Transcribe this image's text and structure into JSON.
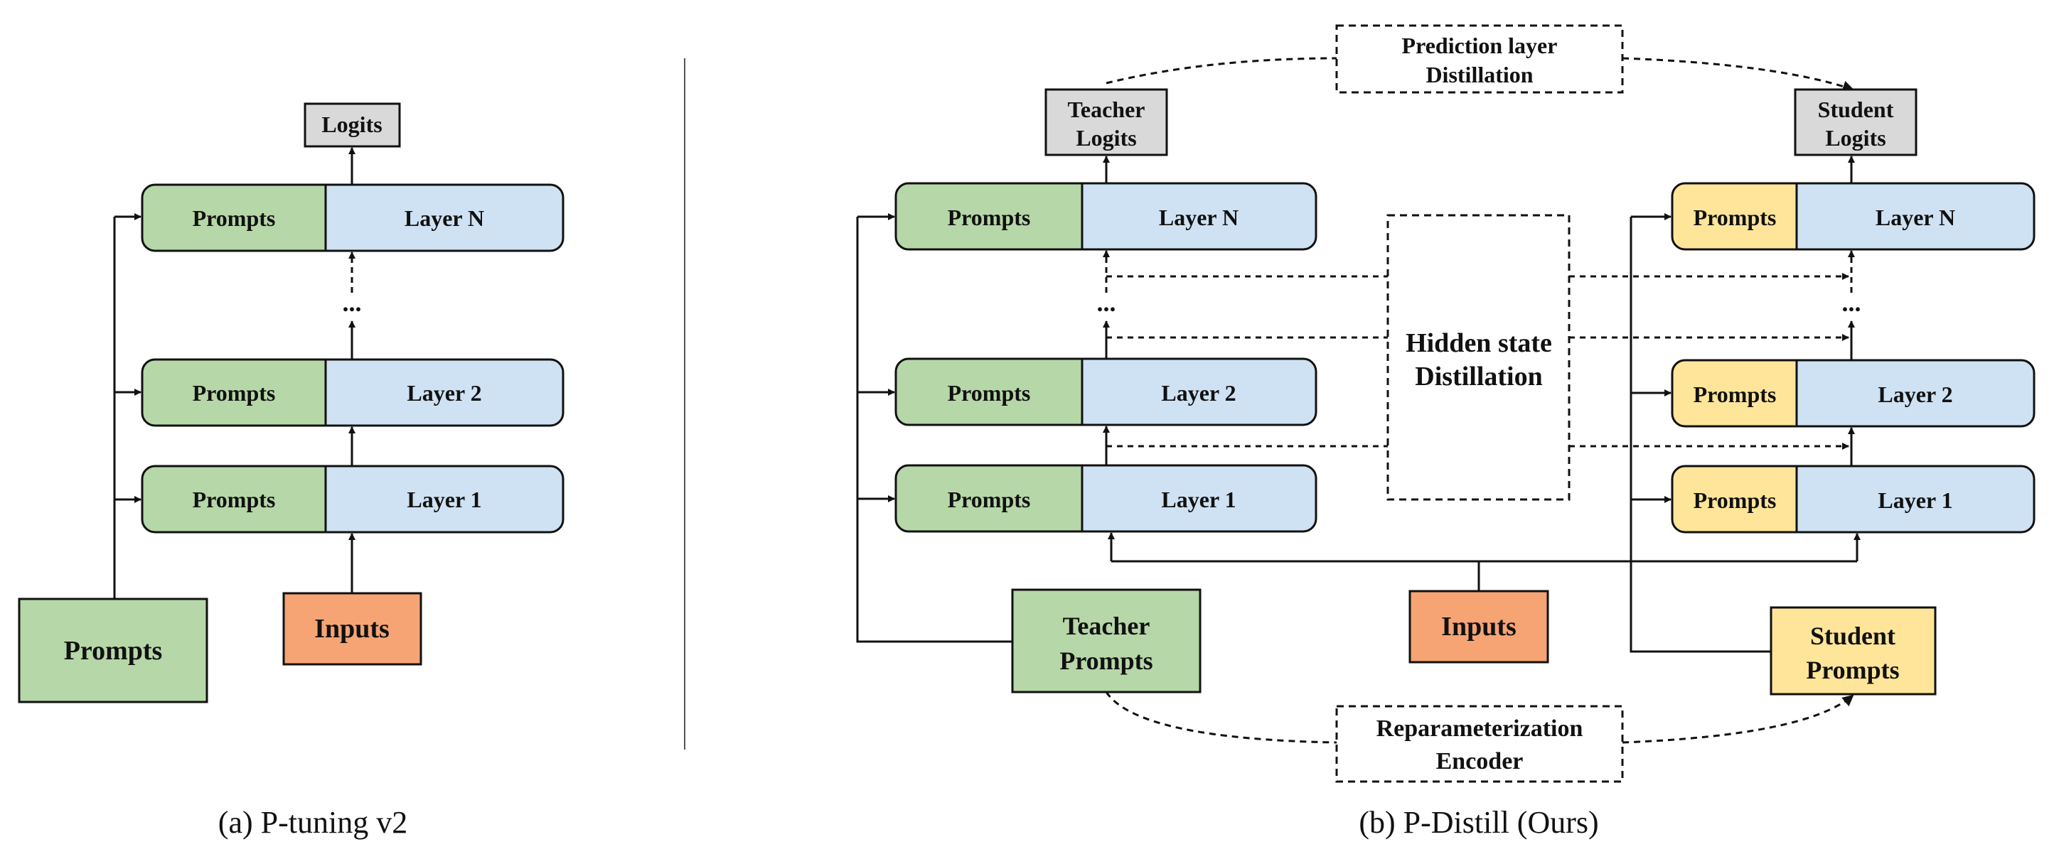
{
  "colors": {
    "prompt_green": "#b6d7a8",
    "layer_blue": "#cfe2f3",
    "input_orange": "#f6a474",
    "student_yellow": "#ffe59a",
    "logit_gray": "#d9d9d9",
    "stroke": "#111111"
  },
  "panel_a": {
    "caption": "(a) P-tuning v2",
    "logits": "Logits",
    "rows": [
      {
        "prompt": "Prompts",
        "layer": "Layer N"
      },
      {
        "prompt": "Prompts",
        "layer": "Layer 2"
      },
      {
        "prompt": "Prompts",
        "layer": "Layer 1"
      }
    ],
    "ellipsis": "...",
    "prompts_box": "Prompts",
    "inputs_box": "Inputs"
  },
  "panel_b": {
    "caption": "(b) P-Distill (Ours)",
    "prediction_distill": [
      "Prediction layer",
      "Distillation"
    ],
    "hidden_distill": [
      "Hidden state",
      "Distillation"
    ],
    "reparam_encoder": [
      "Reparameterization",
      "Encoder"
    ],
    "teacher": {
      "logits": [
        "Teacher",
        "Logits"
      ],
      "rows": [
        {
          "prompt": "Prompts",
          "layer": "Layer N"
        },
        {
          "prompt": "Prompts",
          "layer": "Layer 2"
        },
        {
          "prompt": "Prompts",
          "layer": "Layer 1"
        }
      ],
      "ellipsis": "...",
      "prompts_box": [
        "Teacher",
        "Prompts"
      ]
    },
    "student": {
      "logits": [
        "Student",
        "Logits"
      ],
      "rows": [
        {
          "prompt": "Prompts",
          "layer": "Layer N"
        },
        {
          "prompt": "Prompts",
          "layer": "Layer 2"
        },
        {
          "prompt": "Prompts",
          "layer": "Layer 1"
        }
      ],
      "ellipsis": "...",
      "prompts_box": [
        "Student",
        "Prompts"
      ]
    },
    "inputs_box": "Inputs"
  }
}
